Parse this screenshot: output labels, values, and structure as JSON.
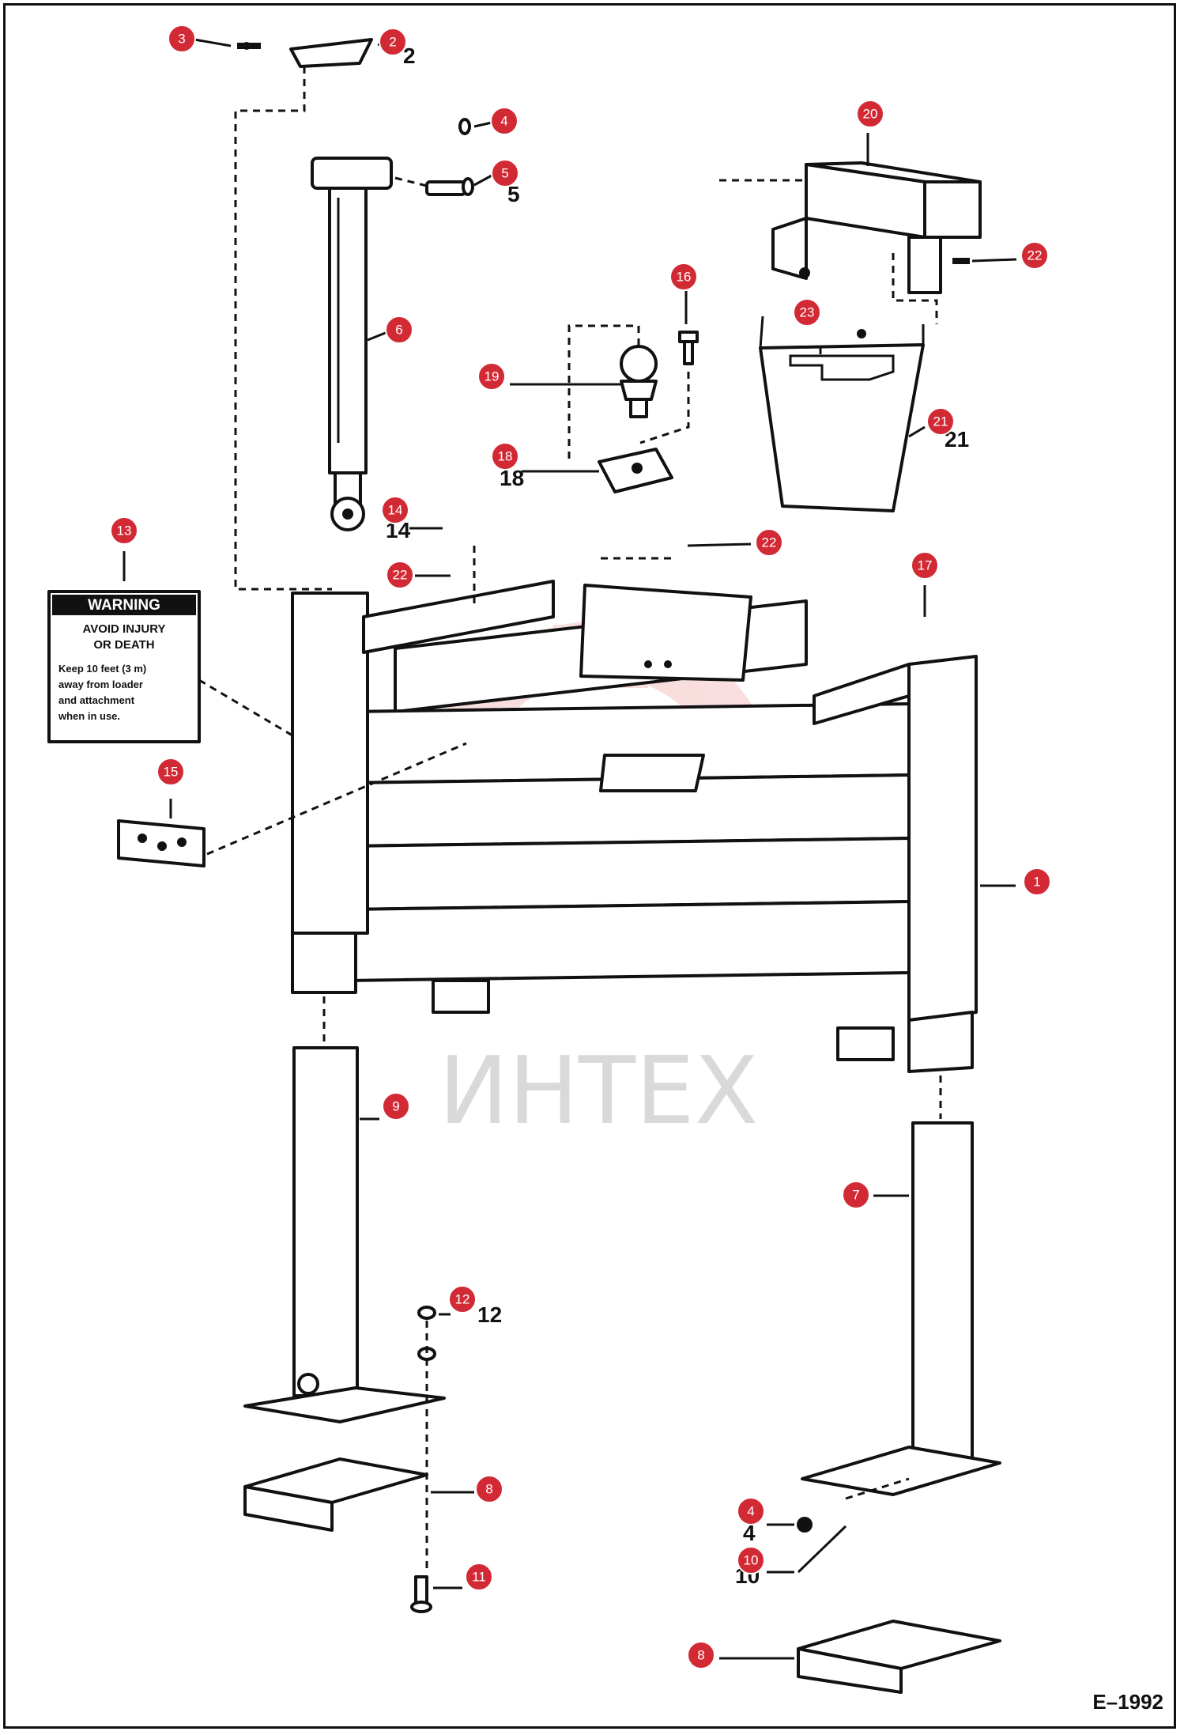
{
  "diagram": {
    "drawing_code": "E–1992",
    "watermark": "ИНТЕХ",
    "warning_label": {
      "header": "WARNING",
      "title_line1": "AVOID INJURY",
      "title_line2": "OR DEATH",
      "body": [
        "Keep 10 feet (3 m)",
        "away from loader",
        "and attachment",
        "when in use."
      ]
    },
    "callouts": [
      {
        "id": "c3",
        "label": "3"
      },
      {
        "id": "c2",
        "label": "2"
      },
      {
        "id": "c4a",
        "label": "4"
      },
      {
        "id": "c5",
        "label": "5"
      },
      {
        "id": "c6",
        "label": "6"
      },
      {
        "id": "c20",
        "label": "20"
      },
      {
        "id": "c22a",
        "label": "22"
      },
      {
        "id": "c16",
        "label": "16"
      },
      {
        "id": "c23",
        "label": "23"
      },
      {
        "id": "c19",
        "label": "19"
      },
      {
        "id": "c21",
        "label": "21"
      },
      {
        "id": "c18",
        "label": "18"
      },
      {
        "id": "c13",
        "label": "13"
      },
      {
        "id": "c14",
        "label": "14"
      },
      {
        "id": "c22b",
        "label": "22"
      },
      {
        "id": "c22c",
        "label": "22"
      },
      {
        "id": "c17",
        "label": "17"
      },
      {
        "id": "c15",
        "label": "15"
      },
      {
        "id": "c1",
        "label": "1"
      },
      {
        "id": "c9",
        "label": "9"
      },
      {
        "id": "c7",
        "label": "7"
      },
      {
        "id": "c12",
        "label": "12"
      },
      {
        "id": "c8a",
        "label": "8"
      },
      {
        "id": "c4b",
        "label": "4"
      },
      {
        "id": "c10",
        "label": "10"
      },
      {
        "id": "c11",
        "label": "11"
      },
      {
        "id": "c8b",
        "label": "8"
      }
    ],
    "printed_numbers": [
      "2",
      "5",
      "21",
      "12",
      "18",
      "14",
      "4",
      "10"
    ]
  }
}
